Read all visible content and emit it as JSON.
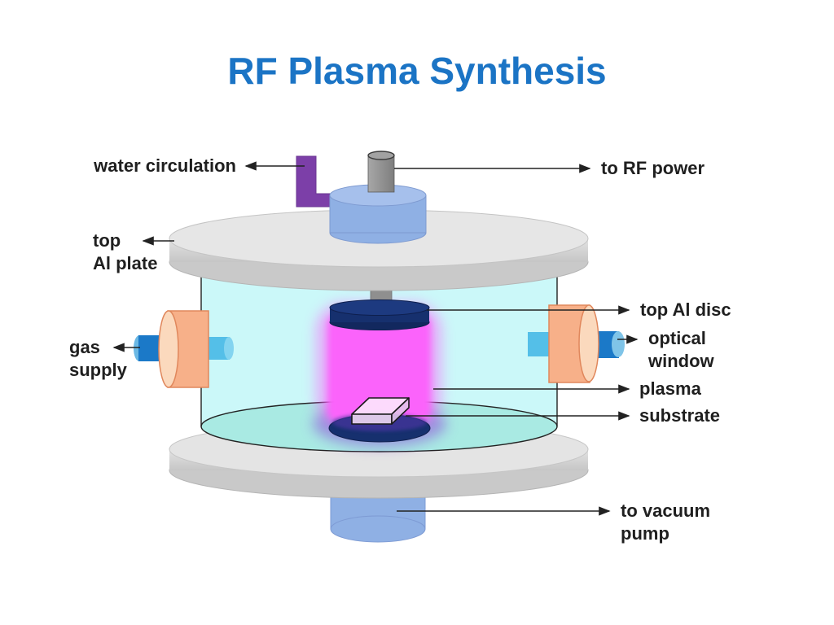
{
  "title": "RF Plasma Synthesis",
  "labels": {
    "water_circulation": "water circulation",
    "to_rf_power": "to RF power",
    "top_al_plate_line1": "top",
    "top_al_plate_line2": "Al plate",
    "gas_supply_line1": "gas",
    "gas_supply_line2": "supply",
    "top_al_disc": "top Al disc",
    "optical_window_line1": "optical",
    "optical_window_line2": "window",
    "plasma": "plasma",
    "substrate": "substrate",
    "to_vacuum_pump_line1": "to vacuum",
    "to_vacuum_pump_line2": "pump"
  },
  "colors": {
    "title_blue": "#1b74c5",
    "label_text": "#1f1f1f",
    "chamber_cyan": "#cbf8f9",
    "chamber_floor_teal": "#a9eae3",
    "plasma_magenta": "#fb63fb",
    "electrode_navy": "#16306e",
    "flange_orange": "#f7b089",
    "flange_face_peach": "#fbd9bd",
    "pipe_dark_blue": "#1b79c8",
    "pipe_light_blue": "#54bfe8",
    "water_pipe_purple": "#7c3fa8",
    "plate_gray": "#d6d6d6",
    "feedthrough_blue": "#8fb0e4",
    "rod_gray": "#8f8f8f",
    "glow_violet": "#8a4fd8",
    "line_black": "#222222"
  }
}
